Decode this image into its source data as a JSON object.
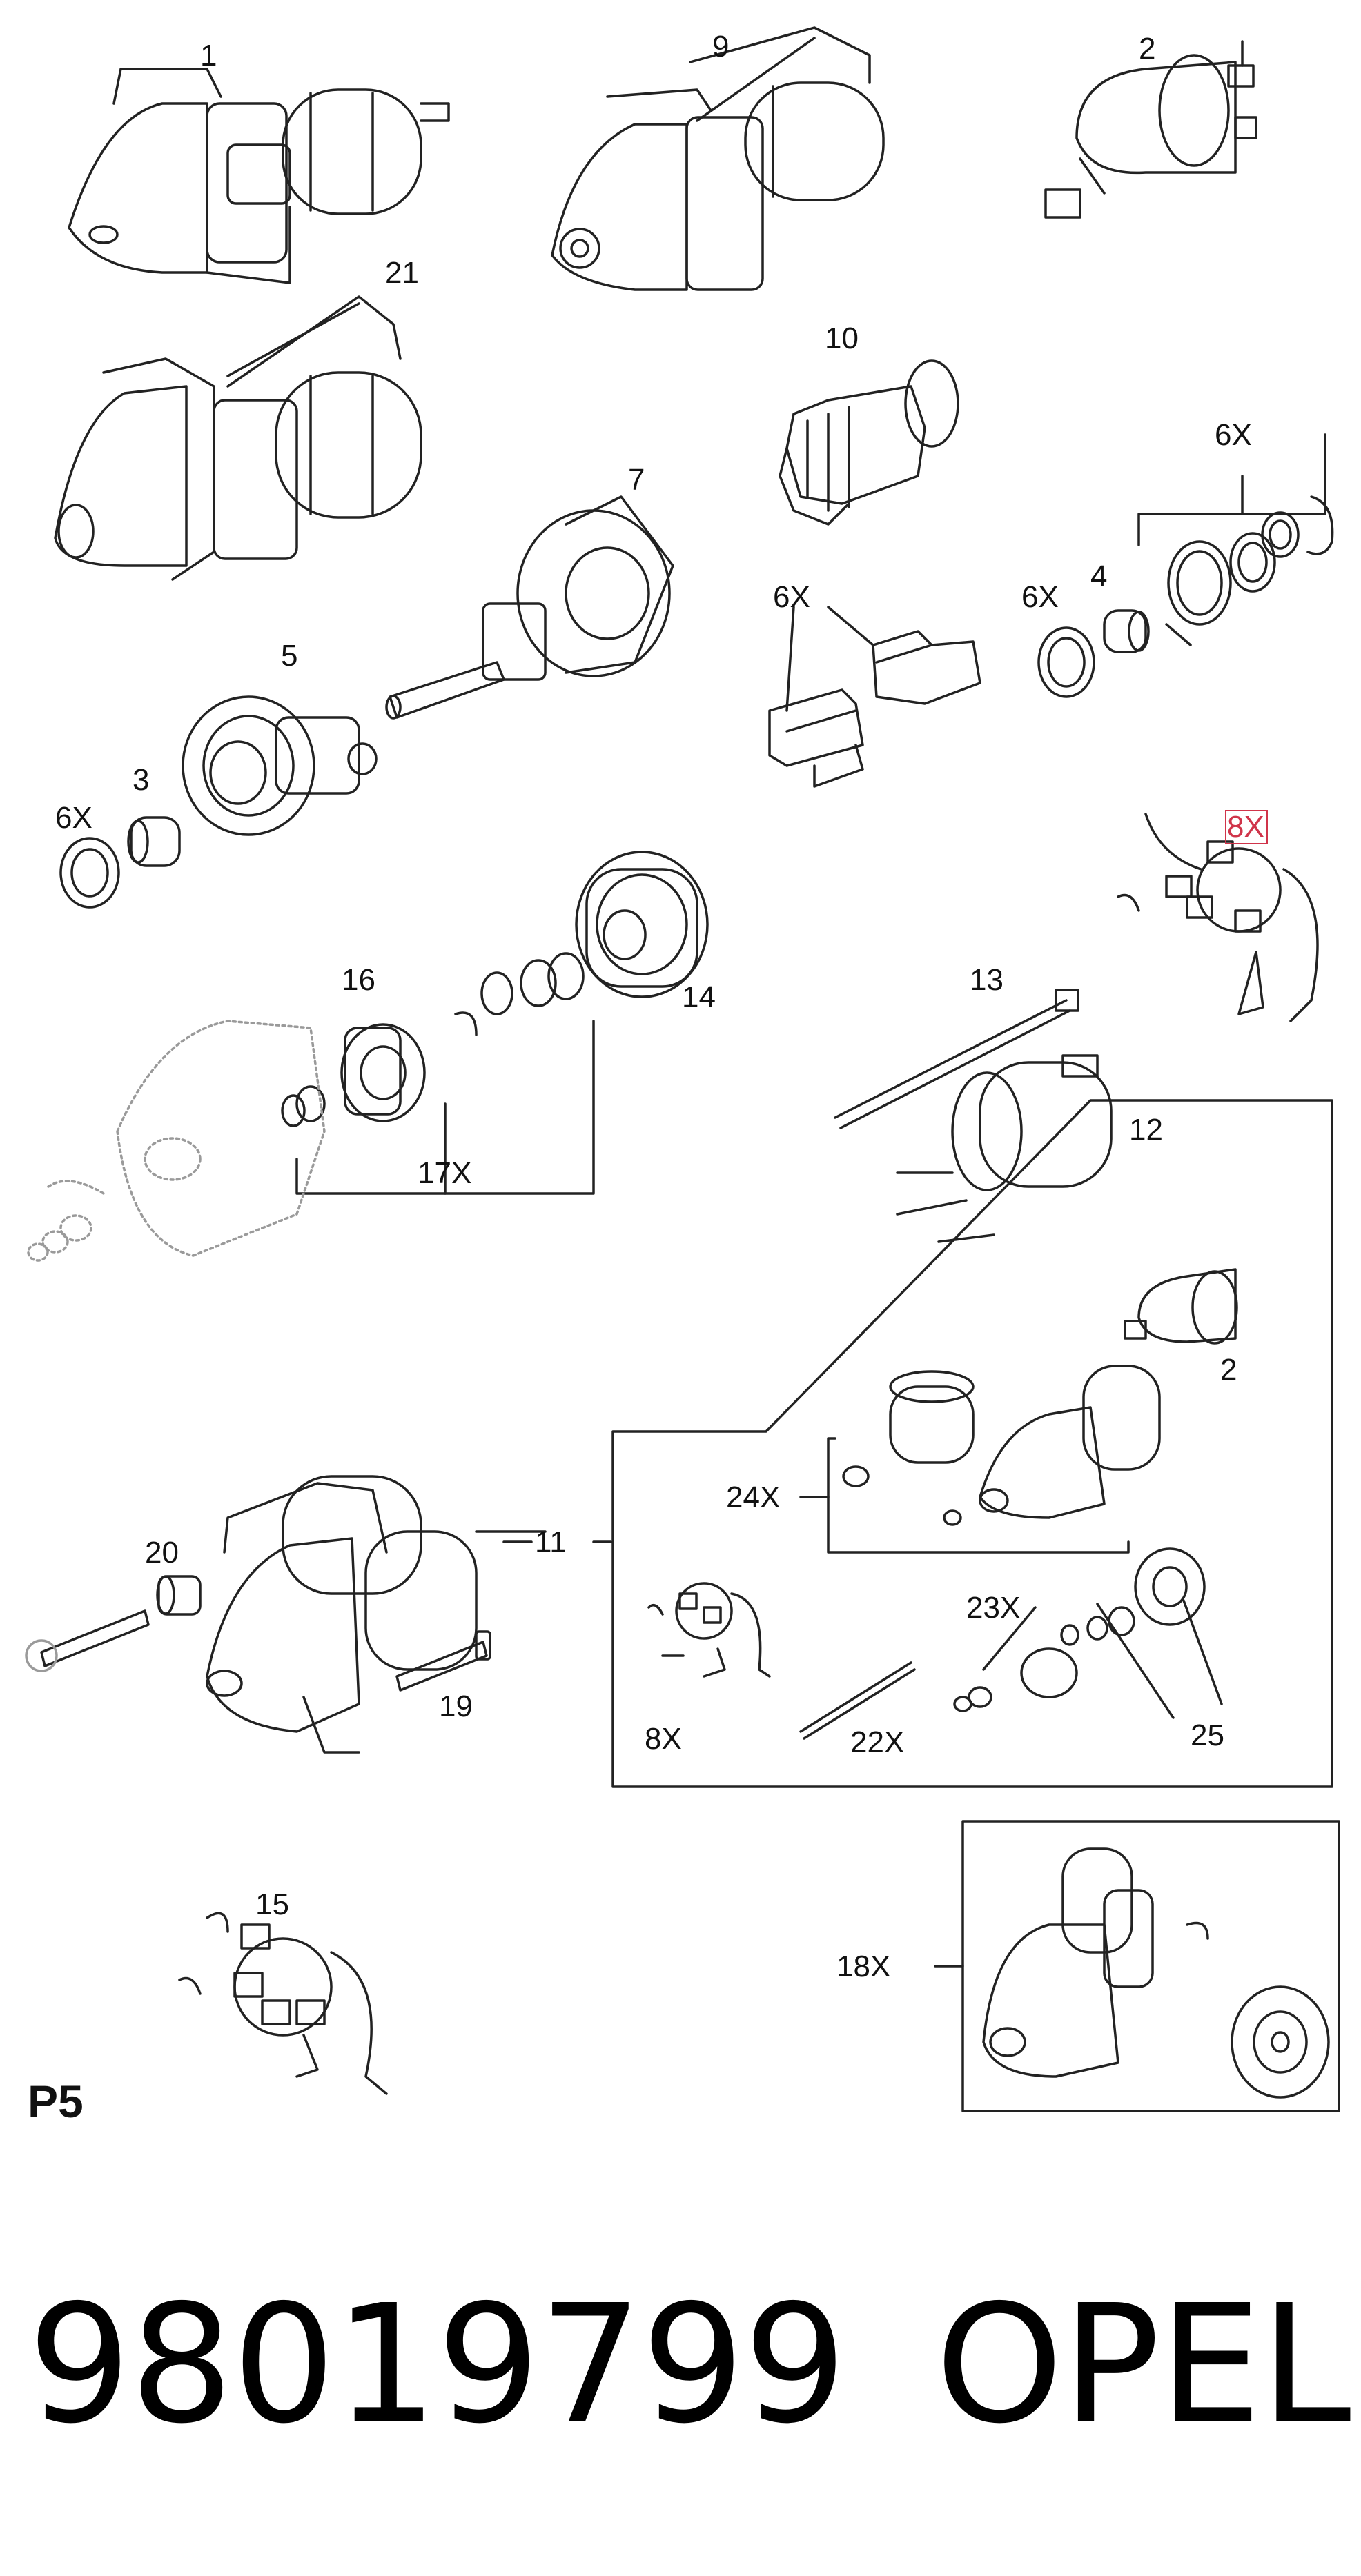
{
  "page_label": "P5",
  "part_number": "98019799",
  "brand": "OPEL",
  "callouts": {
    "c1": "1",
    "c9": "9",
    "c2": "2",
    "c21": "21",
    "c10": "10",
    "c6x_top": "6X",
    "c7": "7",
    "c6x_clip": "6X",
    "c6x_ring": "6X",
    "c4": "4",
    "c5": "5",
    "c3": "3",
    "c6x_left": "6X",
    "c8x_red": "8X",
    "c16": "16",
    "c14": "14",
    "c13": "13",
    "c12": "12",
    "c17x": "17X",
    "c2b": "2",
    "c24x": "24X",
    "c20": "20",
    "c11": "11",
    "c23x": "23X",
    "c19": "19",
    "c8x_lower": "8X",
    "c22x": "22X",
    "c25": "25",
    "c15": "15",
    "c18x": "18X"
  },
  "colors": {
    "line": "#222222",
    "highlight": "#d0344a",
    "ghost": "#9a9a9a"
  }
}
